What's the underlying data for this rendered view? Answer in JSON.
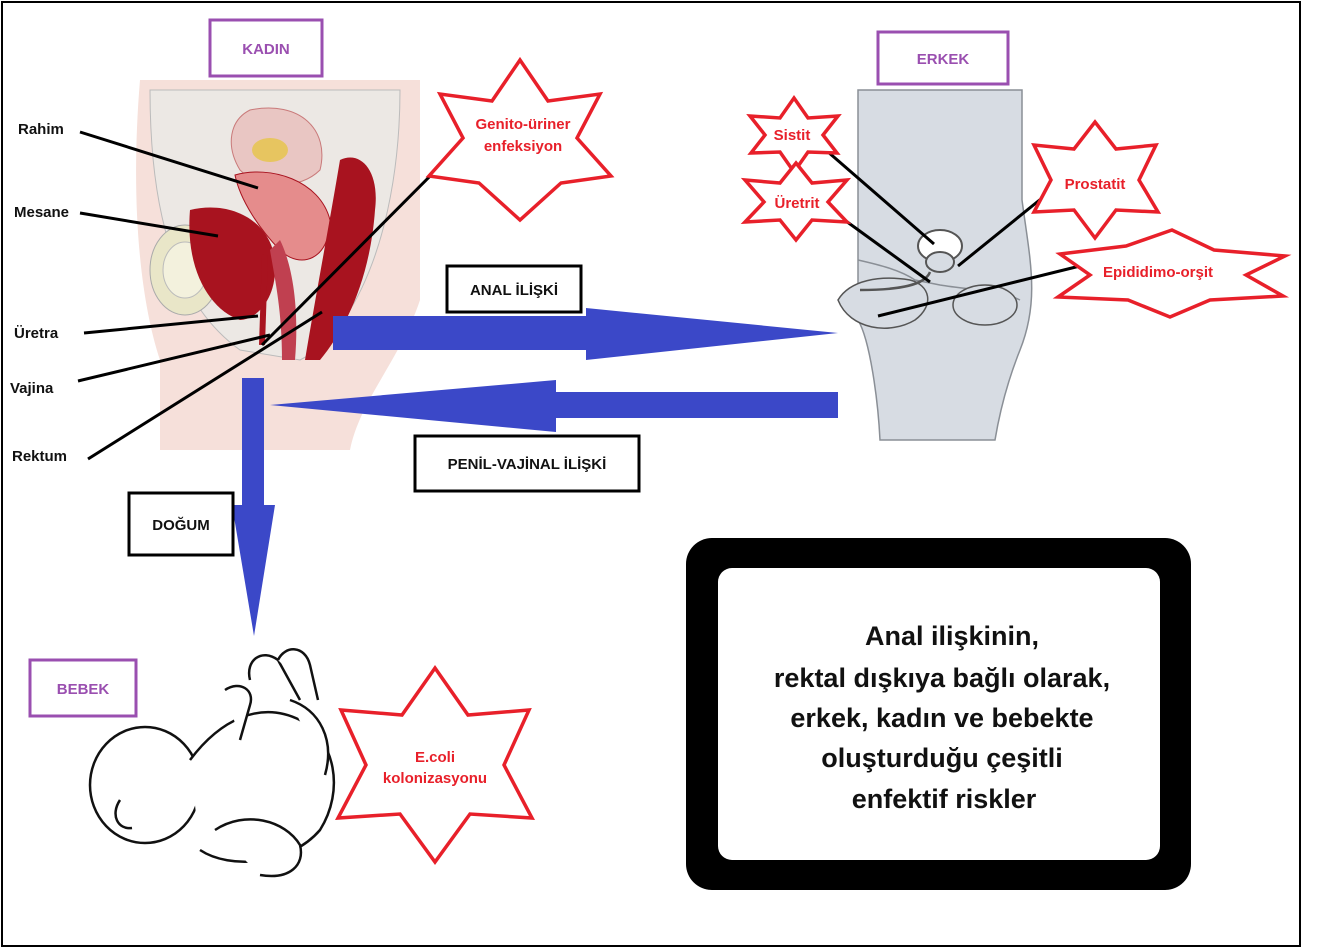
{
  "sections": {
    "female": "KADIN",
    "male": "ERKEK",
    "baby": "BEBEK"
  },
  "female_labels": [
    "Rahim",
    "Mesane",
    "Üretra",
    "Vajina",
    "Rektum"
  ],
  "infections": {
    "female": [
      "Genito-üriner",
      "enfeksiyon"
    ],
    "sistit": "Sistit",
    "uretrit": "Üretrit",
    "prostatit": "Prostatit",
    "epididimo": "Epididimo-orşit",
    "baby": [
      "E.coli",
      "kolonizasyonu"
    ]
  },
  "routes": {
    "anal": "ANAL İLİŞKİ",
    "vaginal": "PENİL-VAJİNAL İLİŞKİ",
    "birth": "DOĞUM"
  },
  "summary": [
    "Anal ilişkinin,",
    "rektal dışkıya bağlı olarak,",
    "erkek, kadın ve bebekte",
    "oluşturduğu çeşitli",
    "enfektif riskler"
  ],
  "colors": {
    "arrow": "#3b48c8",
    "star_outline": "#e8202a",
    "section_box": "#9a4fb0",
    "male_body": "#d7dce3",
    "female_skin": "#f6e0da",
    "organ_red": "#a8131f"
  }
}
